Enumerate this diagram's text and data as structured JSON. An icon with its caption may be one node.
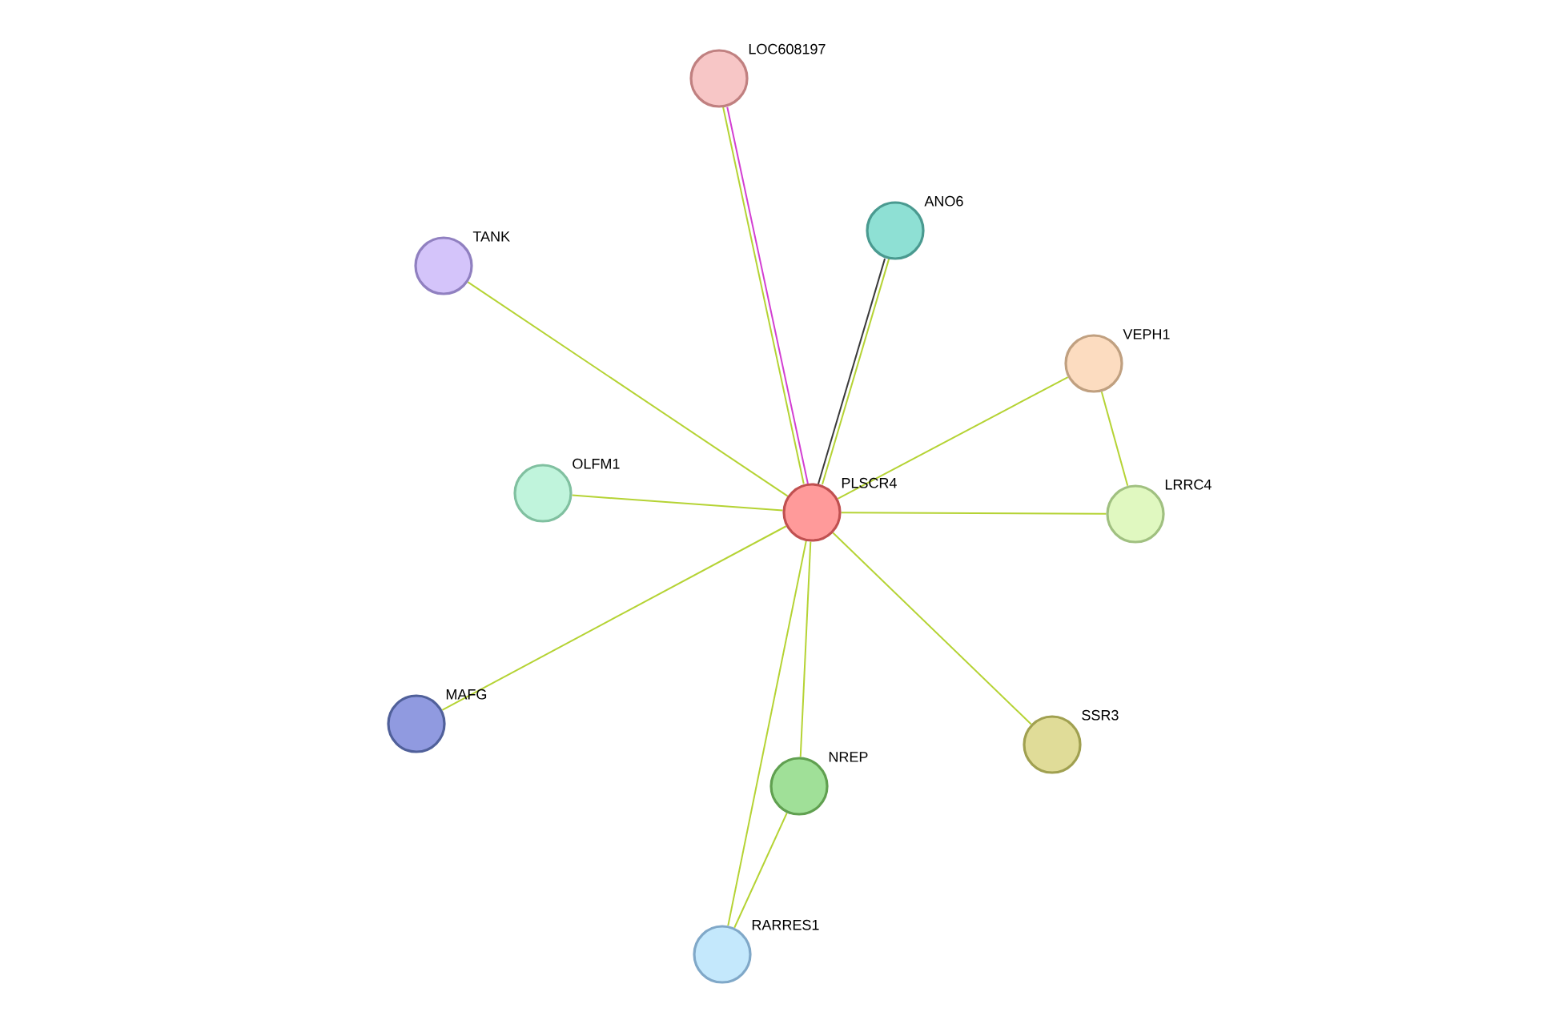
{
  "diagram": {
    "nodes": [
      {
        "text": [],
        "shape": "circle",
        "beside": [
          "LOC608197"
        ]
      },
      {
        "text": [],
        "shape": "circle",
        "beside": [
          "ANO6"
        ]
      },
      {
        "text": [],
        "shape": "circle",
        "beside": [
          "TANK"
        ]
      },
      {
        "text": [],
        "shape": "circle",
        "beside": [
          "VEPH1"
        ]
      },
      {
        "text": [],
        "shape": "circle",
        "beside": [
          "OLFM1"
        ]
      },
      {
        "text": [],
        "shape": "circle",
        "beside": [
          "PLSCR4"
        ]
      },
      {
        "text": [],
        "shape": "circle",
        "beside": [
          "LRRC4"
        ]
      },
      {
        "text": [],
        "shape": "circle",
        "beside": [
          "MAFG"
        ]
      },
      {
        "text": [],
        "shape": "circle",
        "beside": [
          "SSR3"
        ]
      },
      {
        "text": [],
        "shape": "circle",
        "beside": [
          "NREP"
        ]
      },
      {
        "text": [],
        "shape": "circle",
        "beside": [
          "RARRES1"
        ]
      }
    ],
    "edges": [
      {
        "from": 0,
        "to": 5,
        "arrow": "none"
      },
      {
        "from": 0,
        "to": 5,
        "arrow": "none",
        "color": "#d23fd2"
      },
      {
        "from": 1,
        "to": 5,
        "arrow": "none"
      },
      {
        "from": 1,
        "to": 5,
        "arrow": "none",
        "color": "#3a3a3a"
      },
      {
        "from": 2,
        "to": 5,
        "arrow": "none"
      },
      {
        "from": 3,
        "to": 5,
        "arrow": "none"
      },
      {
        "from": 3,
        "to": 6,
        "arrow": "none"
      },
      {
        "from": 4,
        "to": 5,
        "arrow": "none"
      },
      {
        "from": 5,
        "to": 6,
        "arrow": "none"
      },
      {
        "from": 7,
        "to": 5,
        "arrow": "none"
      },
      {
        "from": 5,
        "to": 8,
        "arrow": "none"
      },
      {
        "from": 5,
        "to": 9,
        "arrow": "none"
      },
      {
        "from": 5,
        "to": 10,
        "arrow": "none"
      },
      {
        "from": 9,
        "to": 10,
        "arrow": "none"
      }
    ]
  }
}
